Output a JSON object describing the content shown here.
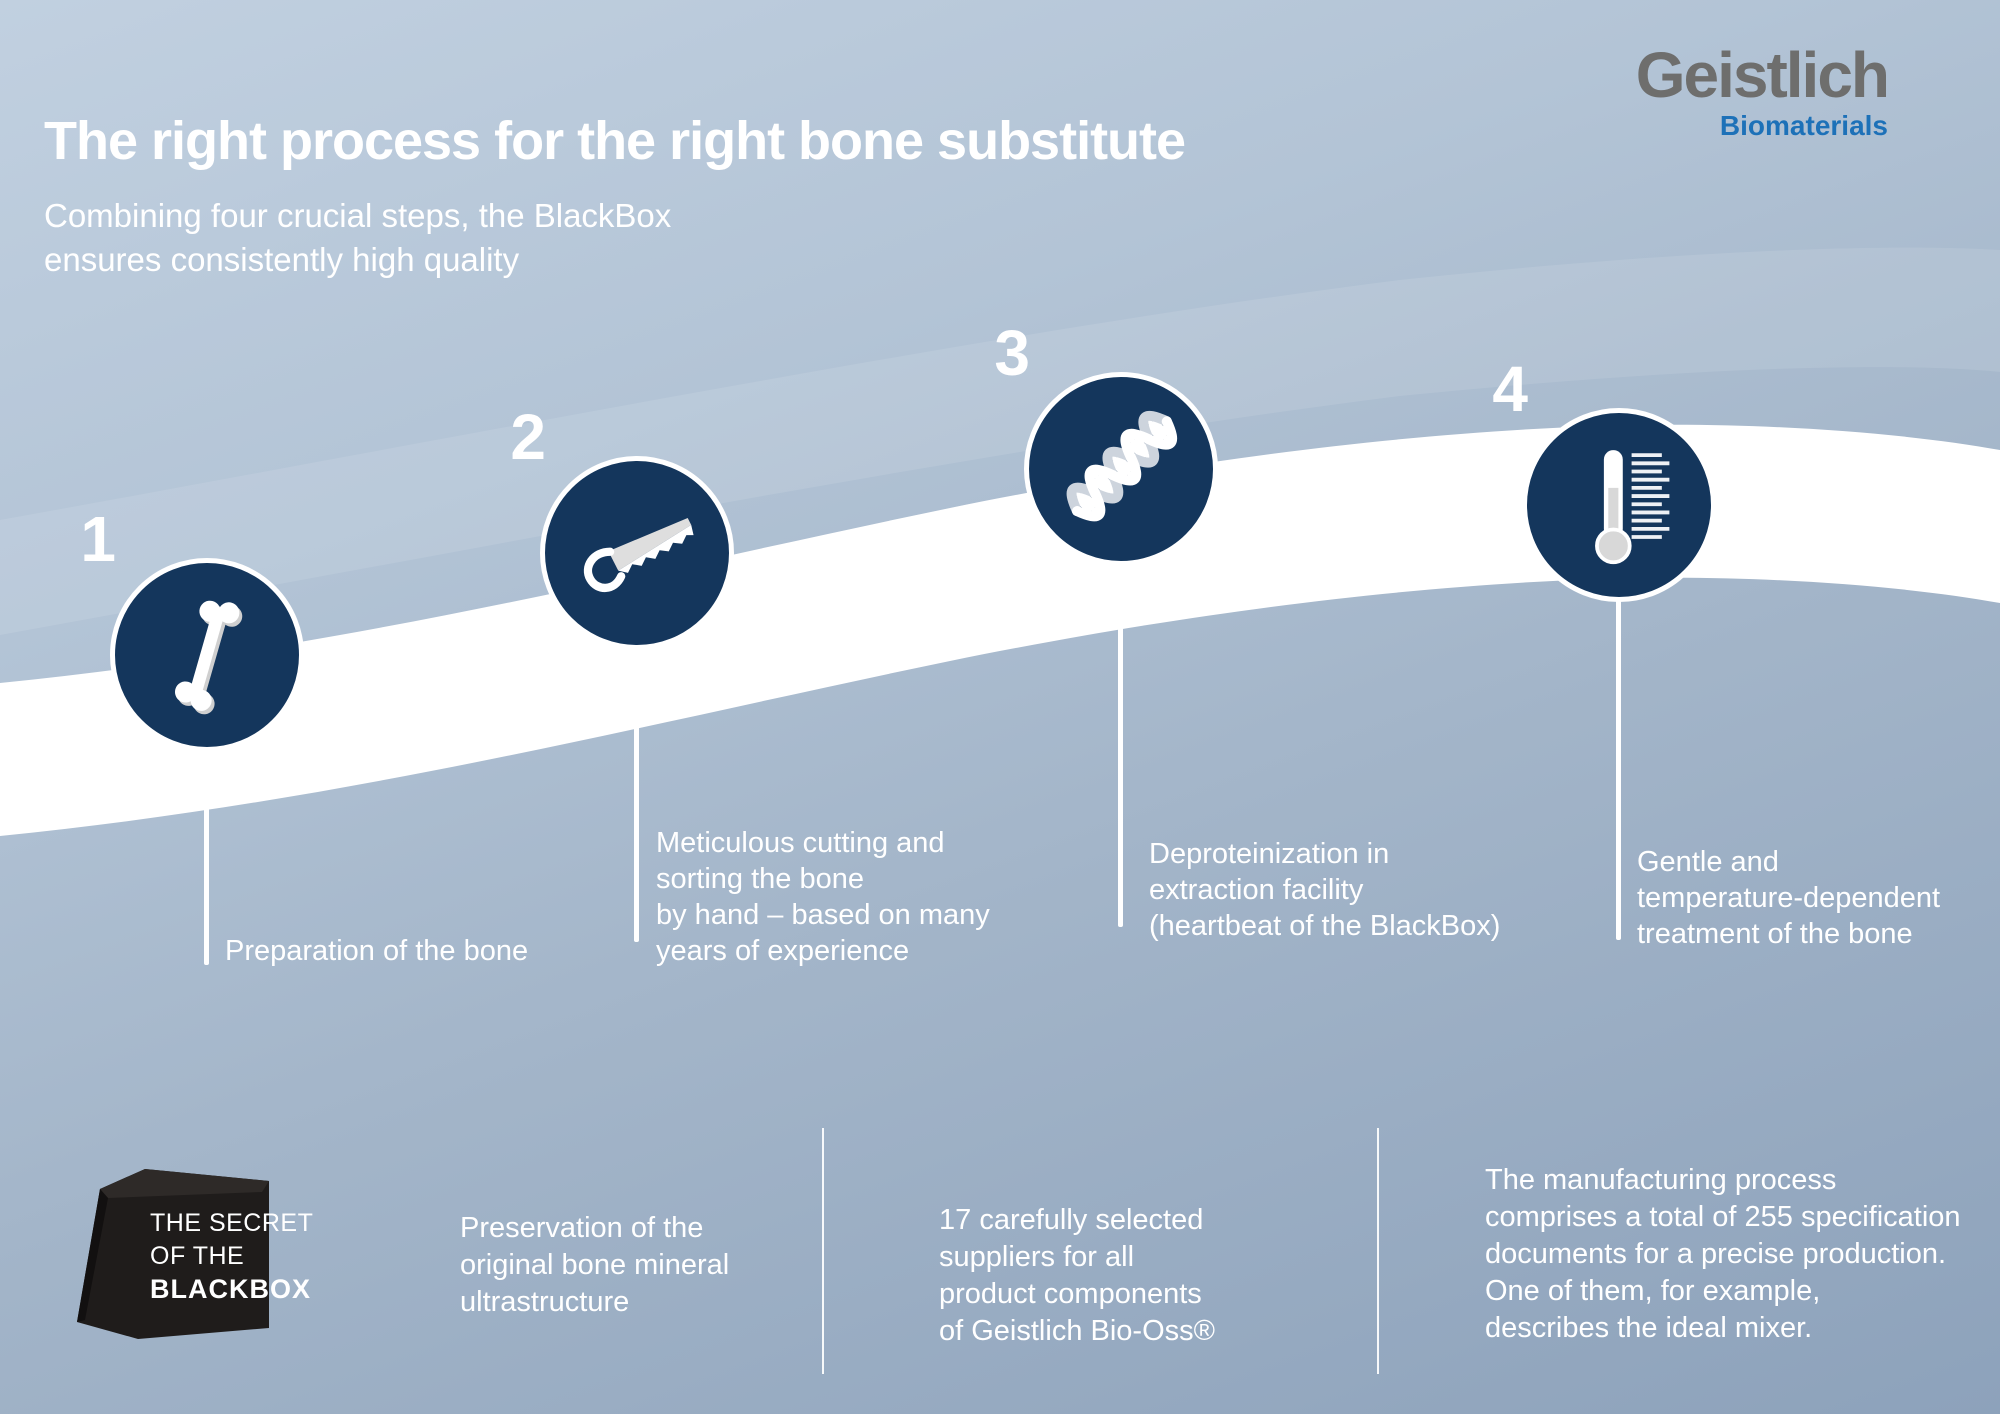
{
  "header": {
    "title": "The right process for the right bone substitute",
    "subtitle": "Combining four crucial steps, the BlackBox\nensures consistently high quality"
  },
  "logo": {
    "brand": "Geistlich",
    "division": "Biomaterials"
  },
  "steps": [
    {
      "number": "1",
      "icon": "bone-icon",
      "label": "Preparation of the bone"
    },
    {
      "number": "2",
      "icon": "saw-icon",
      "label": "Meticulous cutting and\nsorting the bone\nby hand – based on many\nyears of experience"
    },
    {
      "number": "3",
      "icon": "dna-icon",
      "label": "Deproteinization in\nextraction facility\n(heartbeat of the BlackBox)"
    },
    {
      "number": "4",
      "icon": "thermometer-icon",
      "label": "Gentle and\ntemperature-dependent\ntreatment of the bone"
    }
  ],
  "blackbox_badge": {
    "line1": "THE SECRET",
    "line2": "OF THE",
    "line3": "BLACKBOX"
  },
  "facts": [
    {
      "text": "Preservation of the\noriginal bone mineral\nultrastructure"
    },
    {
      "text": "17 carefully selected\nsuppliers for all\nproduct components\nof Geistlich Bio-Oss®"
    },
    {
      "text": "The manufacturing process\ncomprises a total of 255 specification\ndocuments for a precise production.\nOne of them, for example,\ndescribes the ideal mixer."
    }
  ],
  "colors": {
    "circle_navy": "#14365c",
    "band_white": "#ffffff",
    "background_top": "#c1d0e0",
    "background_bottom": "#8da2bb",
    "logo_gray": "#6e6e6d",
    "logo_blue": "#1d71b8",
    "cube_black": "#1f1c1b",
    "text_white": "#ffffff"
  }
}
